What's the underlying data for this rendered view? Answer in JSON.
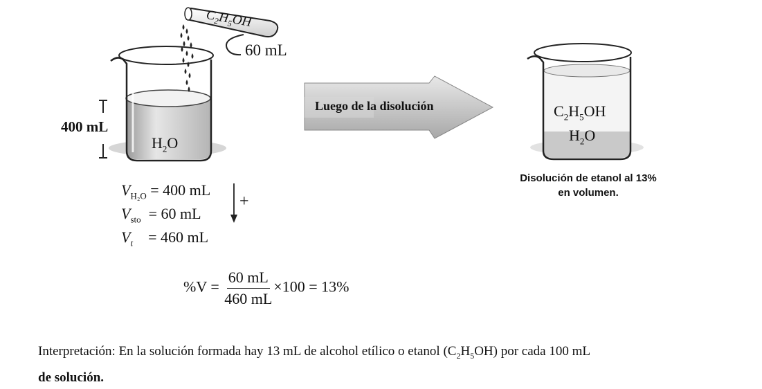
{
  "tube_formula": {
    "base": "C",
    "s1": "2",
    "mid": "H",
    "s2": "5",
    "tail": "OH"
  },
  "tube_volume": "60 mL",
  "water_height_label": "400 mL",
  "water_formula": {
    "base": "H",
    "sub": "2",
    "tail": "O"
  },
  "arrow_label": "Luego de la disolución",
  "result_formula_1": {
    "base": "C",
    "s1": "2",
    "mid": "H",
    "s2": "5",
    "tail": "OH"
  },
  "result_formula_2": {
    "base": "H",
    "sub": "2",
    "tail": "O"
  },
  "result_caption": {
    "line1": "Disolución de etanol al 13%",
    "line2": "en volumen."
  },
  "volumes": [
    {
      "symbol": "V",
      "sub": "H₂O",
      "value": "= 400 mL"
    },
    {
      "symbol": "V",
      "sub": "sto",
      "value": "= 60 mL"
    },
    {
      "symbol": "V",
      "sub": "t",
      "value": "= 460 mL"
    }
  ],
  "sum_sign": "+",
  "formula": {
    "lhs": "%V =",
    "num": "60 mL",
    "den": "460 mL",
    "rhs": "×100 = 13%"
  },
  "interpretation": {
    "pre": "Interpretación: En la solución formada hay 13 mL de alcohol etílico o etanol (C",
    "s1": "2",
    "mid": "H",
    "s2": "5",
    "post": "OH) por cada 100 mL",
    "line2": "de solución."
  }
}
